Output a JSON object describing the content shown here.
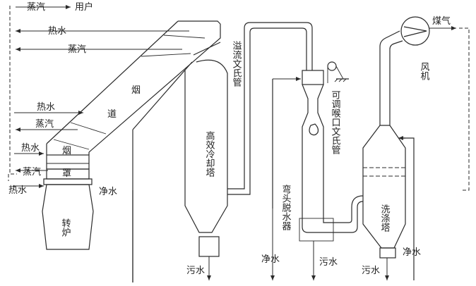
{
  "labels": {
    "steam_to_user": "蒸汽",
    "user": "用户",
    "hot_water_top": "热水",
    "steam_top": "蒸汽",
    "hot_water_mid": "热水",
    "steam_mid": "蒸汽",
    "hot_water_low": "热水",
    "steam_low": "蒸汽",
    "hot_water_bottom": "热水",
    "flue_yan": "烟",
    "flue_dao": "道",
    "hood_yan": "烟",
    "hood_zhao": "罩",
    "converter": "转炉",
    "clean_water_left": "净水",
    "overflow_venturi": "溢流文氏管",
    "cooling_tower": "高效冷却塔",
    "sewage_left": "污水",
    "adjustable_venturi": "可调喉口文氏管",
    "elbow_dewaterer": "弯头脱水器",
    "clean_water_mid": "净水",
    "sewage_mid": "污水",
    "fan": "风机",
    "gas": "煤气",
    "scrub_tower": "洗涤塔",
    "sewage_right": "污水",
    "clean_water_right": "净水"
  }
}
